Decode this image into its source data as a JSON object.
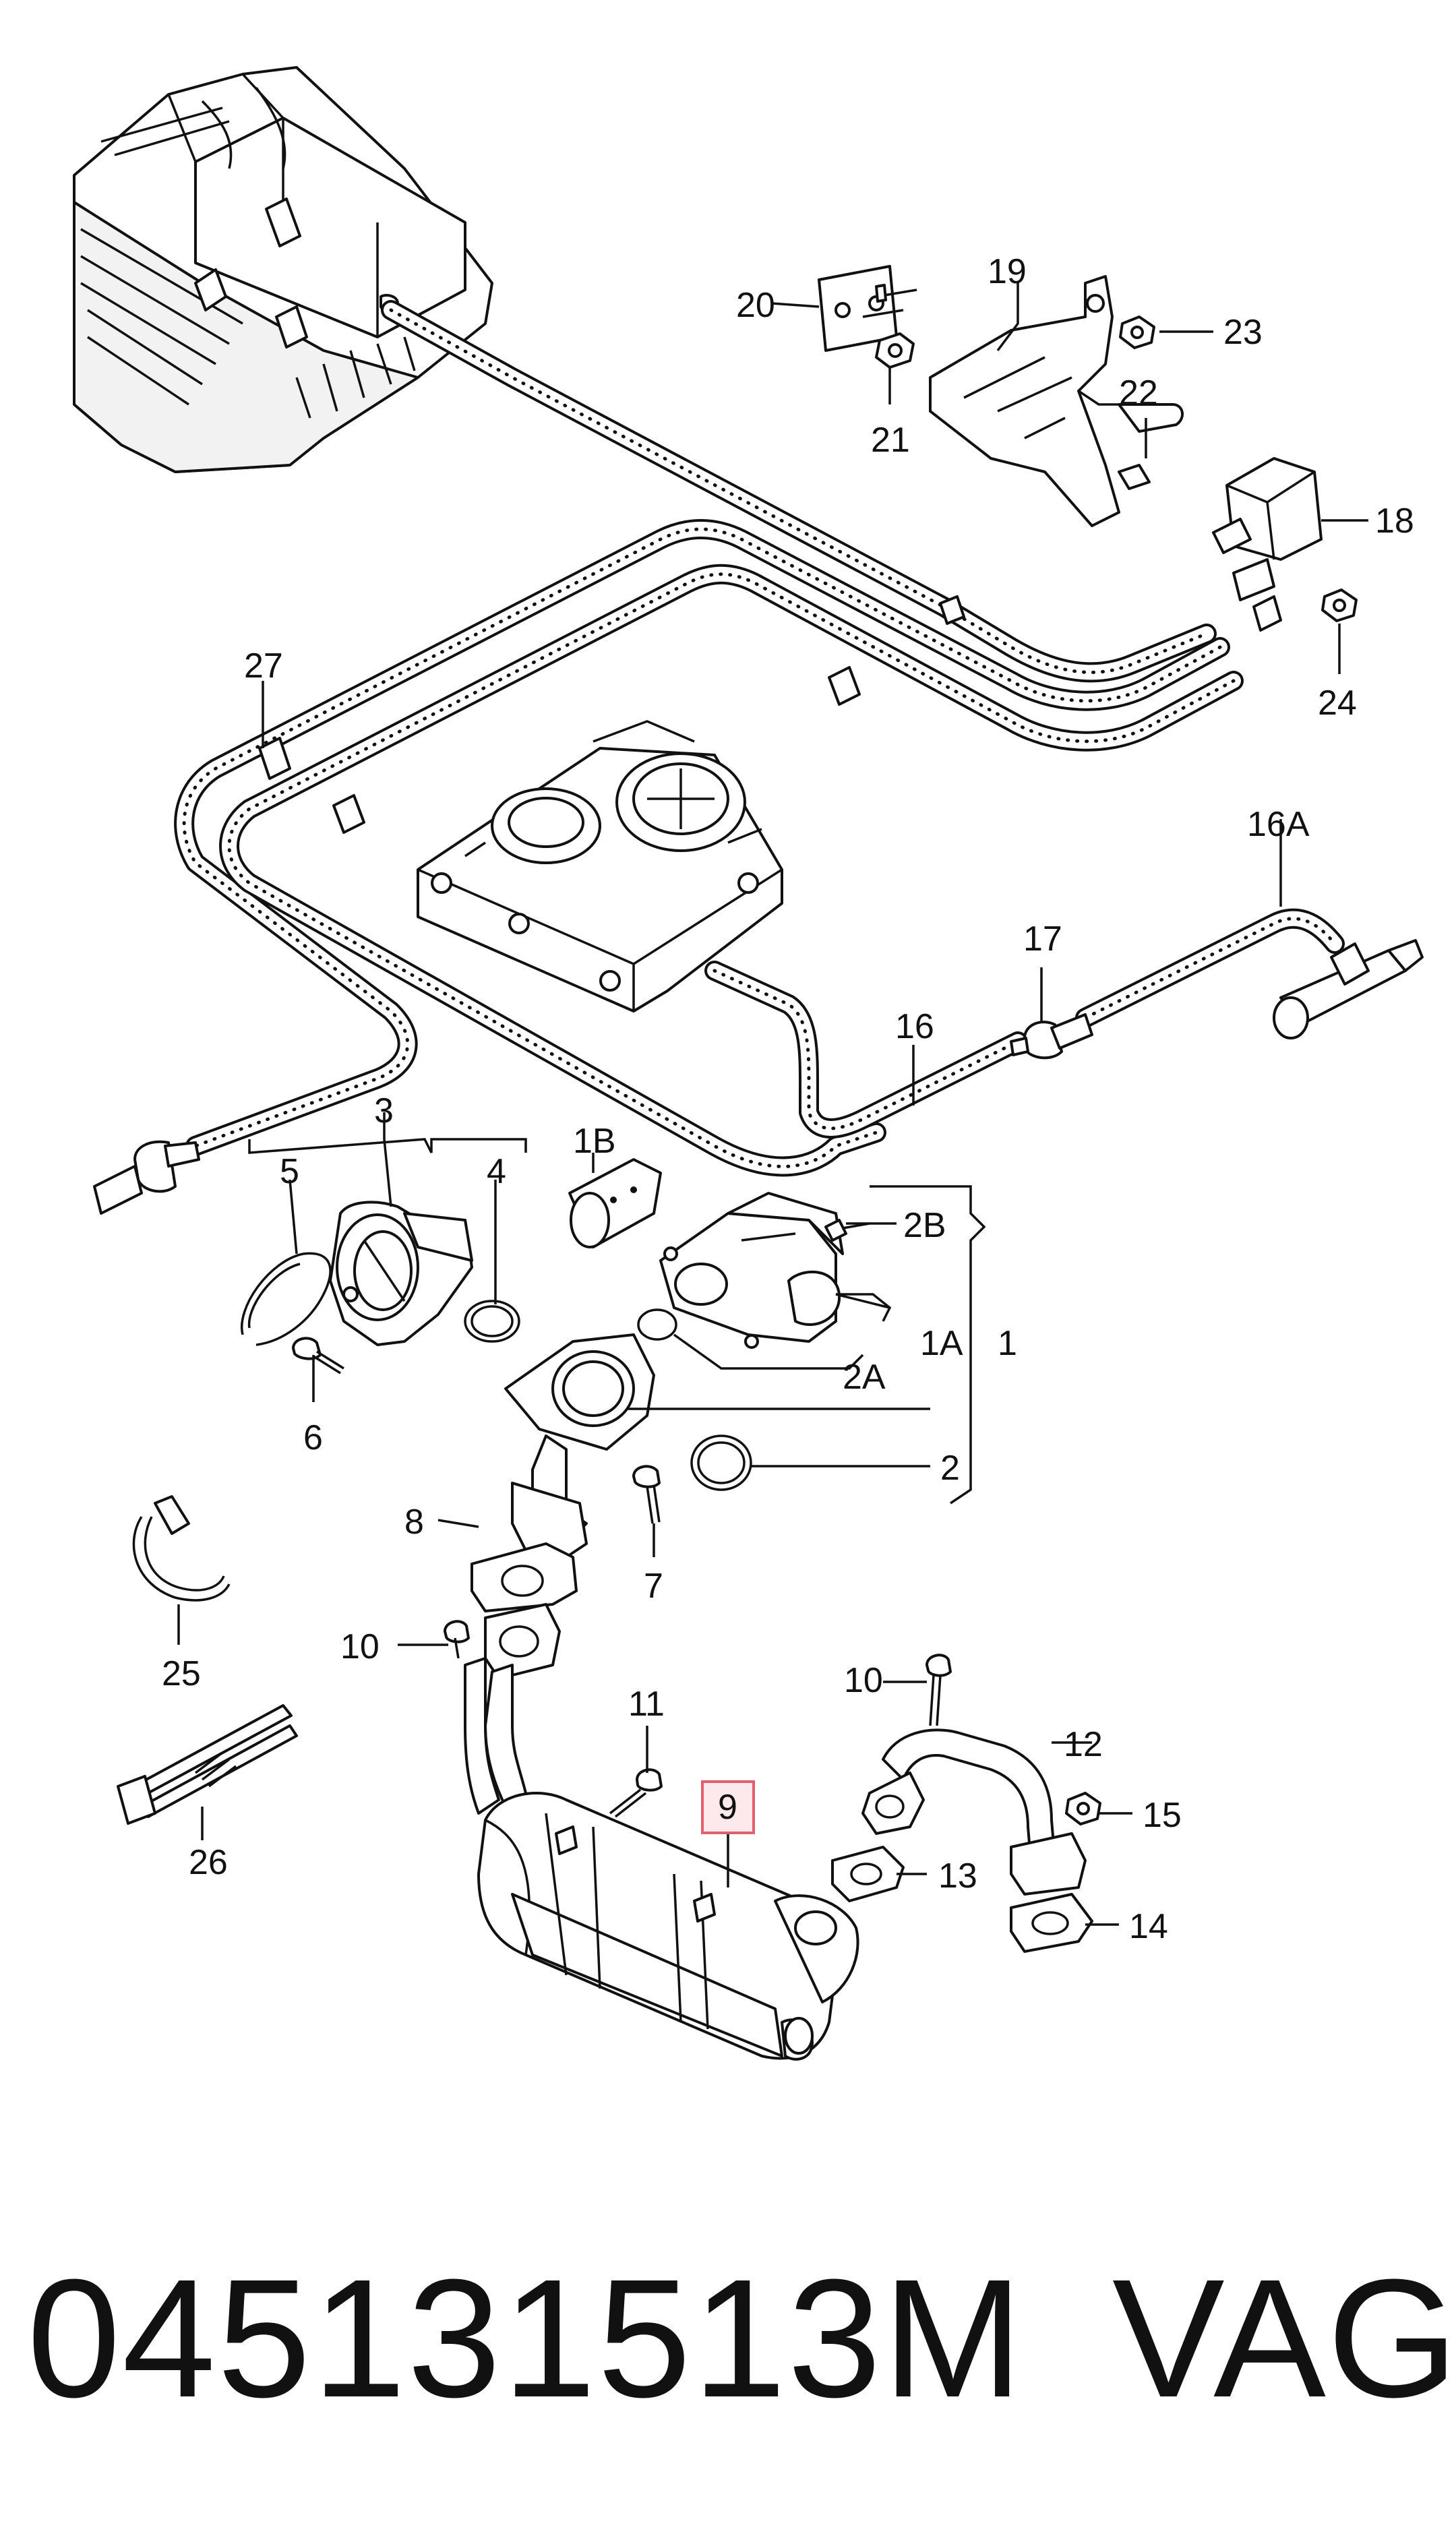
{
  "diagram": {
    "part_number": "045131513M",
    "brand": "VAG",
    "highlight_color": "#e0606c",
    "highlighted_label": "9",
    "labels": {
      "l1": "1",
      "l1A": "1A",
      "l1B": "1B",
      "l2": "2",
      "l2A": "2A",
      "l2B": "2B",
      "l3": "3",
      "l4": "4",
      "l5": "5",
      "l6": "6",
      "l7": "7",
      "l8": "8",
      "l9": "9",
      "l10a": "10",
      "l10b": "10",
      "l11": "11",
      "l12": "12",
      "l13": "13",
      "l14": "14",
      "l15": "15",
      "l16": "16",
      "l16A": "16A",
      "l17": "17",
      "l18": "18",
      "l19": "19",
      "l20": "20",
      "l21": "21",
      "l22": "22",
      "l23": "23",
      "l24": "24",
      "l25": "25",
      "l26": "26",
      "l27": "27"
    }
  }
}
